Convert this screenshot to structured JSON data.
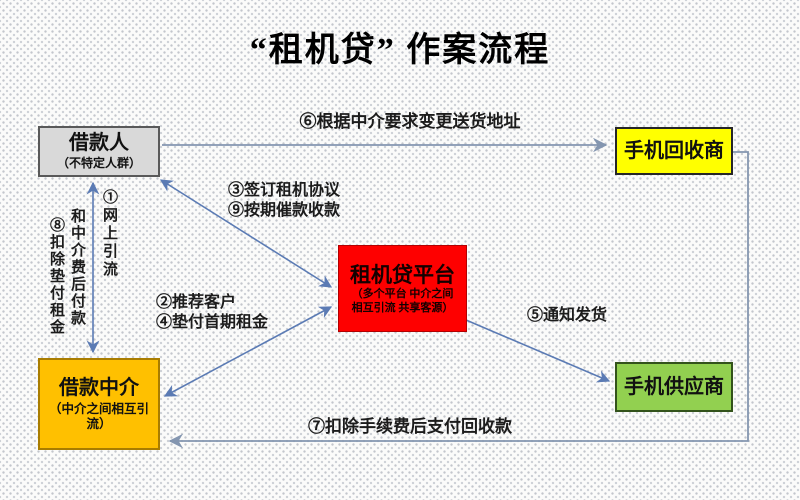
{
  "title": "“租机贷” 作案流程",
  "nodes": {
    "borrower": {
      "name": "借款人",
      "subtitle": "（不特定人群）",
      "bg": "#d9d9d9"
    },
    "recycler": {
      "name": "手机回收商",
      "bg": "#ffff00"
    },
    "platform": {
      "name": "租机贷平台",
      "subtitle_line1": "（多个平台 中介之间",
      "subtitle_line2": "相互引流 共享客源）",
      "bg": "#fe0000"
    },
    "agent": {
      "name": "借款中介",
      "subtitle": "（中介之间相互引流）",
      "bg": "#ffc000"
    },
    "supplier": {
      "name": "手机供应商",
      "bg": "#92d050"
    }
  },
  "edges": {
    "step1": "①网上引流",
    "step2": "②推荐客户",
    "step3": "③签订租机协议",
    "step4": "④垫付首期租金",
    "step5": "⑤通知发货",
    "step6": "⑥根据中介要求变更送货地址",
    "step7": "⑦扣除手续费后支付回收款",
    "step8_col1": "⑧扣除垫付租金",
    "step8_col2": "和中介费后付款",
    "step9": "⑨按期催款收款"
  },
  "colors": {
    "arrow_blue": "#5b7bb4",
    "arrow_gray_blue": "#8496b0",
    "title_text": "#000000",
    "label_text": "#1c1c1c"
  }
}
